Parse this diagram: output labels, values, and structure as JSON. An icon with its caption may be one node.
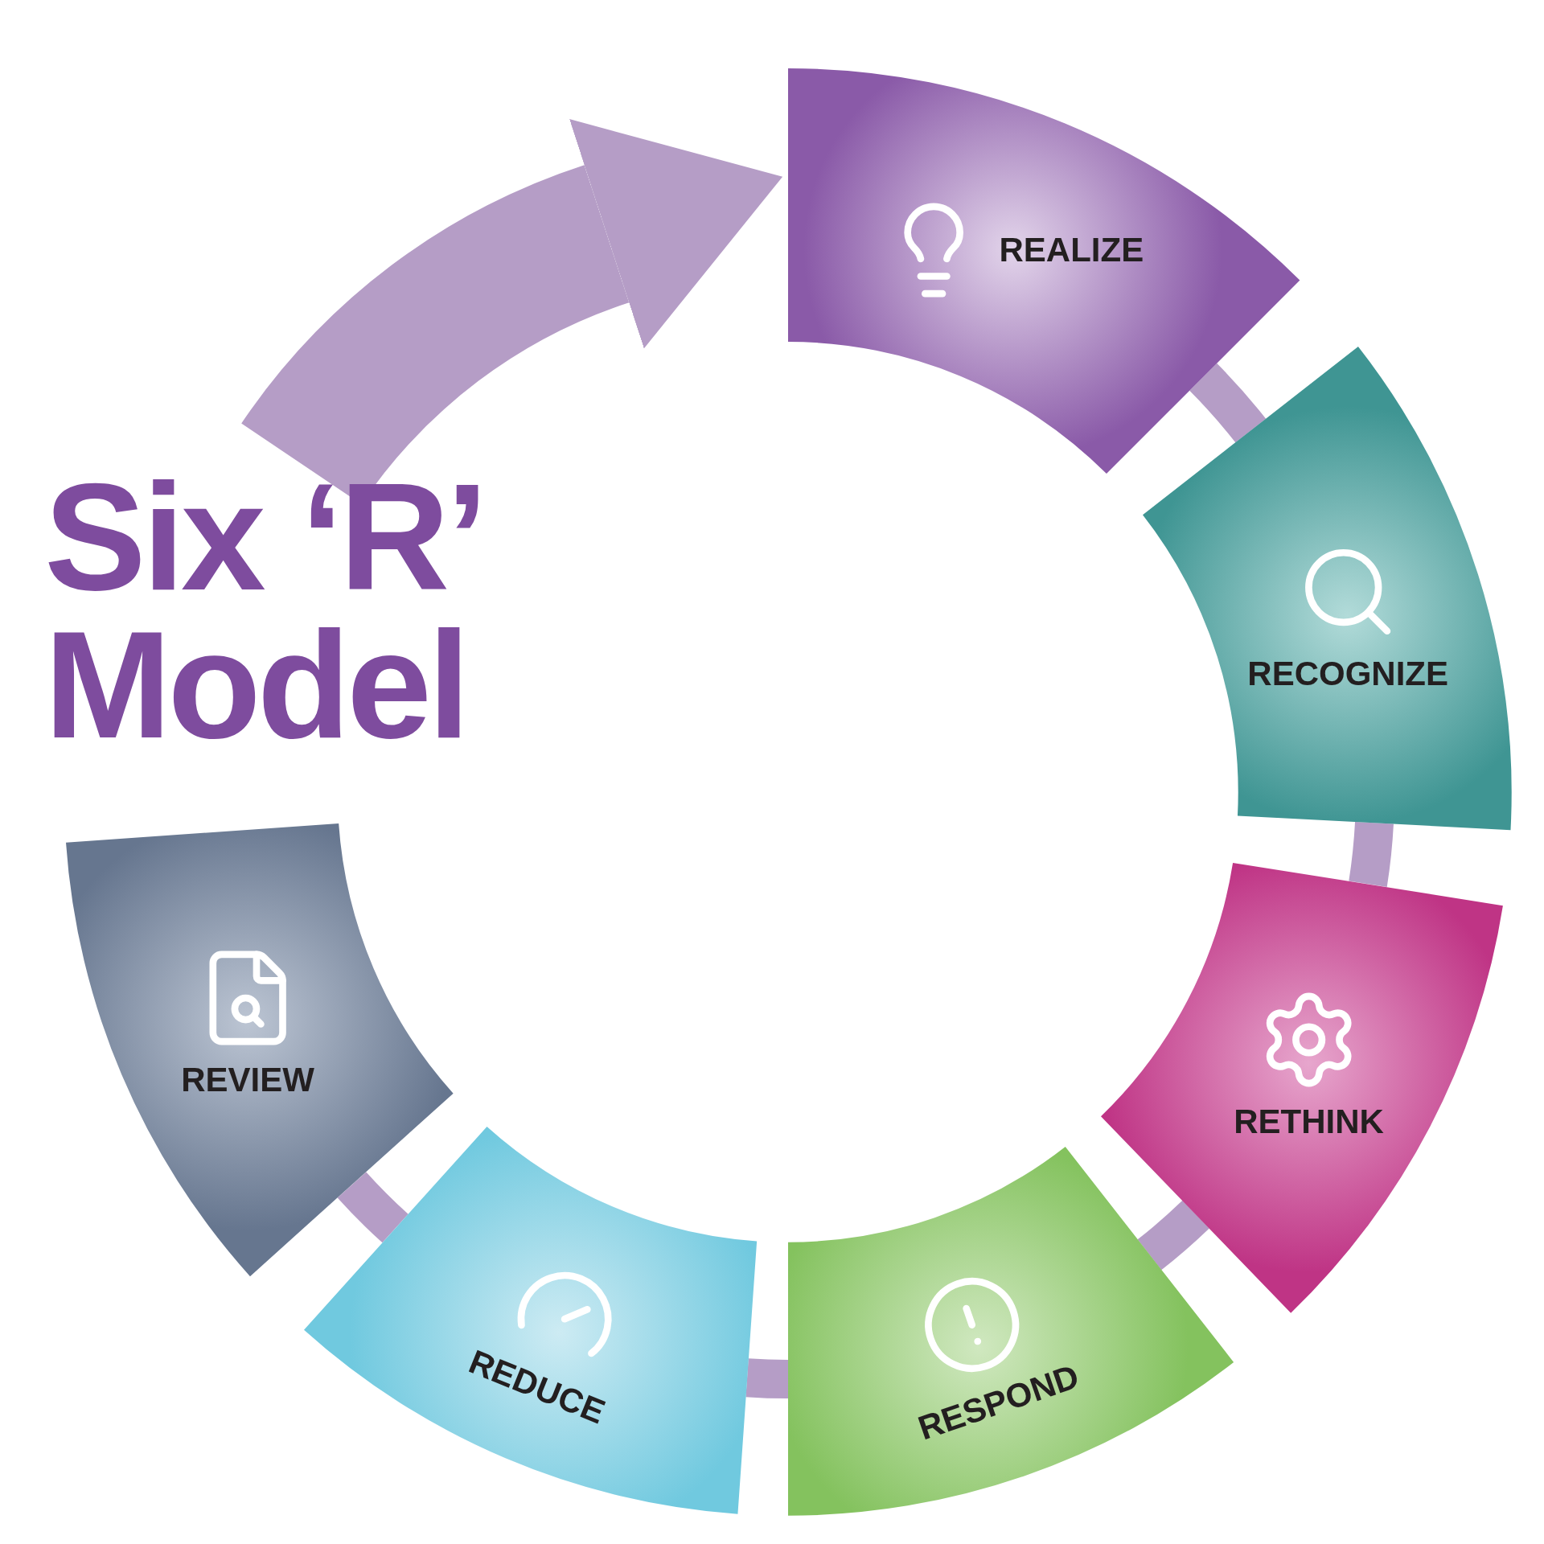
{
  "diagram": {
    "title": "Six ‘R’ Model",
    "nodes": [
      {
        "text": [
          "REALIZE"
        ]
      },
      {
        "text": [
          "RECOGNIZE"
        ]
      },
      {
        "text": [
          "RETHINK"
        ]
      },
      {
        "text": [
          "RESPOND"
        ]
      },
      {
        "text": [
          "REDUCE"
        ]
      },
      {
        "text": [
          "REVIEW"
        ]
      }
    ],
    "edges": [
      {
        "from": 0,
        "to": 1,
        "arrow": "none"
      },
      {
        "from": 1,
        "to": 2,
        "arrow": "none"
      },
      {
        "from": 2,
        "to": 3,
        "arrow": "none"
      },
      {
        "from": 3,
        "to": 4,
        "arrow": "none"
      },
      {
        "from": 4,
        "to": 5,
        "arrow": "none"
      },
      {
        "from": null,
        "to": 0,
        "arrow": "to",
        "style": "thick"
      }
    ]
  }
}
